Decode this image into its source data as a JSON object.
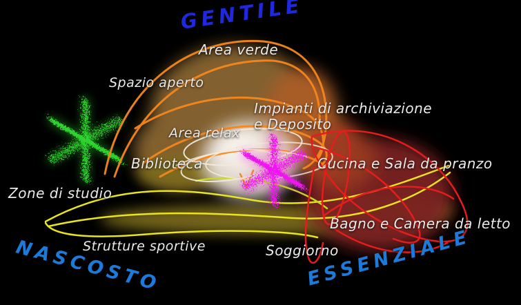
{
  "background": "#000000",
  "text_color": "#eaeaea",
  "axis_labels": {
    "gentile": {
      "text": "GENTILE",
      "color": "#2028dd"
    },
    "nascosto": {
      "text": "NASCOSTO",
      "color": "#1e7ad8"
    },
    "essenziale": {
      "text": "ESSENZIALE",
      "color": "#1e7ad8"
    }
  },
  "zone_labels": {
    "area_verde": "Area verde",
    "spazio_aperto": "Spazio aperto",
    "impianti_line1": "Impianti di archiviazione",
    "impianti_line2": "e Deposito",
    "area_relax": "Area relax",
    "biblioteca": "Biblioteca",
    "cucina": "Cucina e Sala da pranzo",
    "zone_di_studio": "Zone di studio",
    "bagno": "Bagno e Camera da letto",
    "strutture_sportive": "Strutture sportive",
    "soggiorno": "Soggiorno"
  },
  "clusters": {
    "orange": {
      "stroke": "#f5871d",
      "fill": "#8a6630",
      "glow": "#b2622a"
    },
    "yellow": {
      "stroke": "#e8e41f",
      "accent": "#c6da1e",
      "fill": "#7d6c1e"
    },
    "red": {
      "stroke": "#e41d1d",
      "fill": "#7c2323",
      "glow": "#9e3a20"
    },
    "white": {
      "stroke": "#f3ead9",
      "fill": "#e5ddd6",
      "core": "#f5f0ea",
      "tint": "#e3bdb4"
    }
  },
  "markers": {
    "green_star": {
      "color": "#2ed42e"
    },
    "magenta_star": {
      "color": "#ee12ee"
    }
  }
}
